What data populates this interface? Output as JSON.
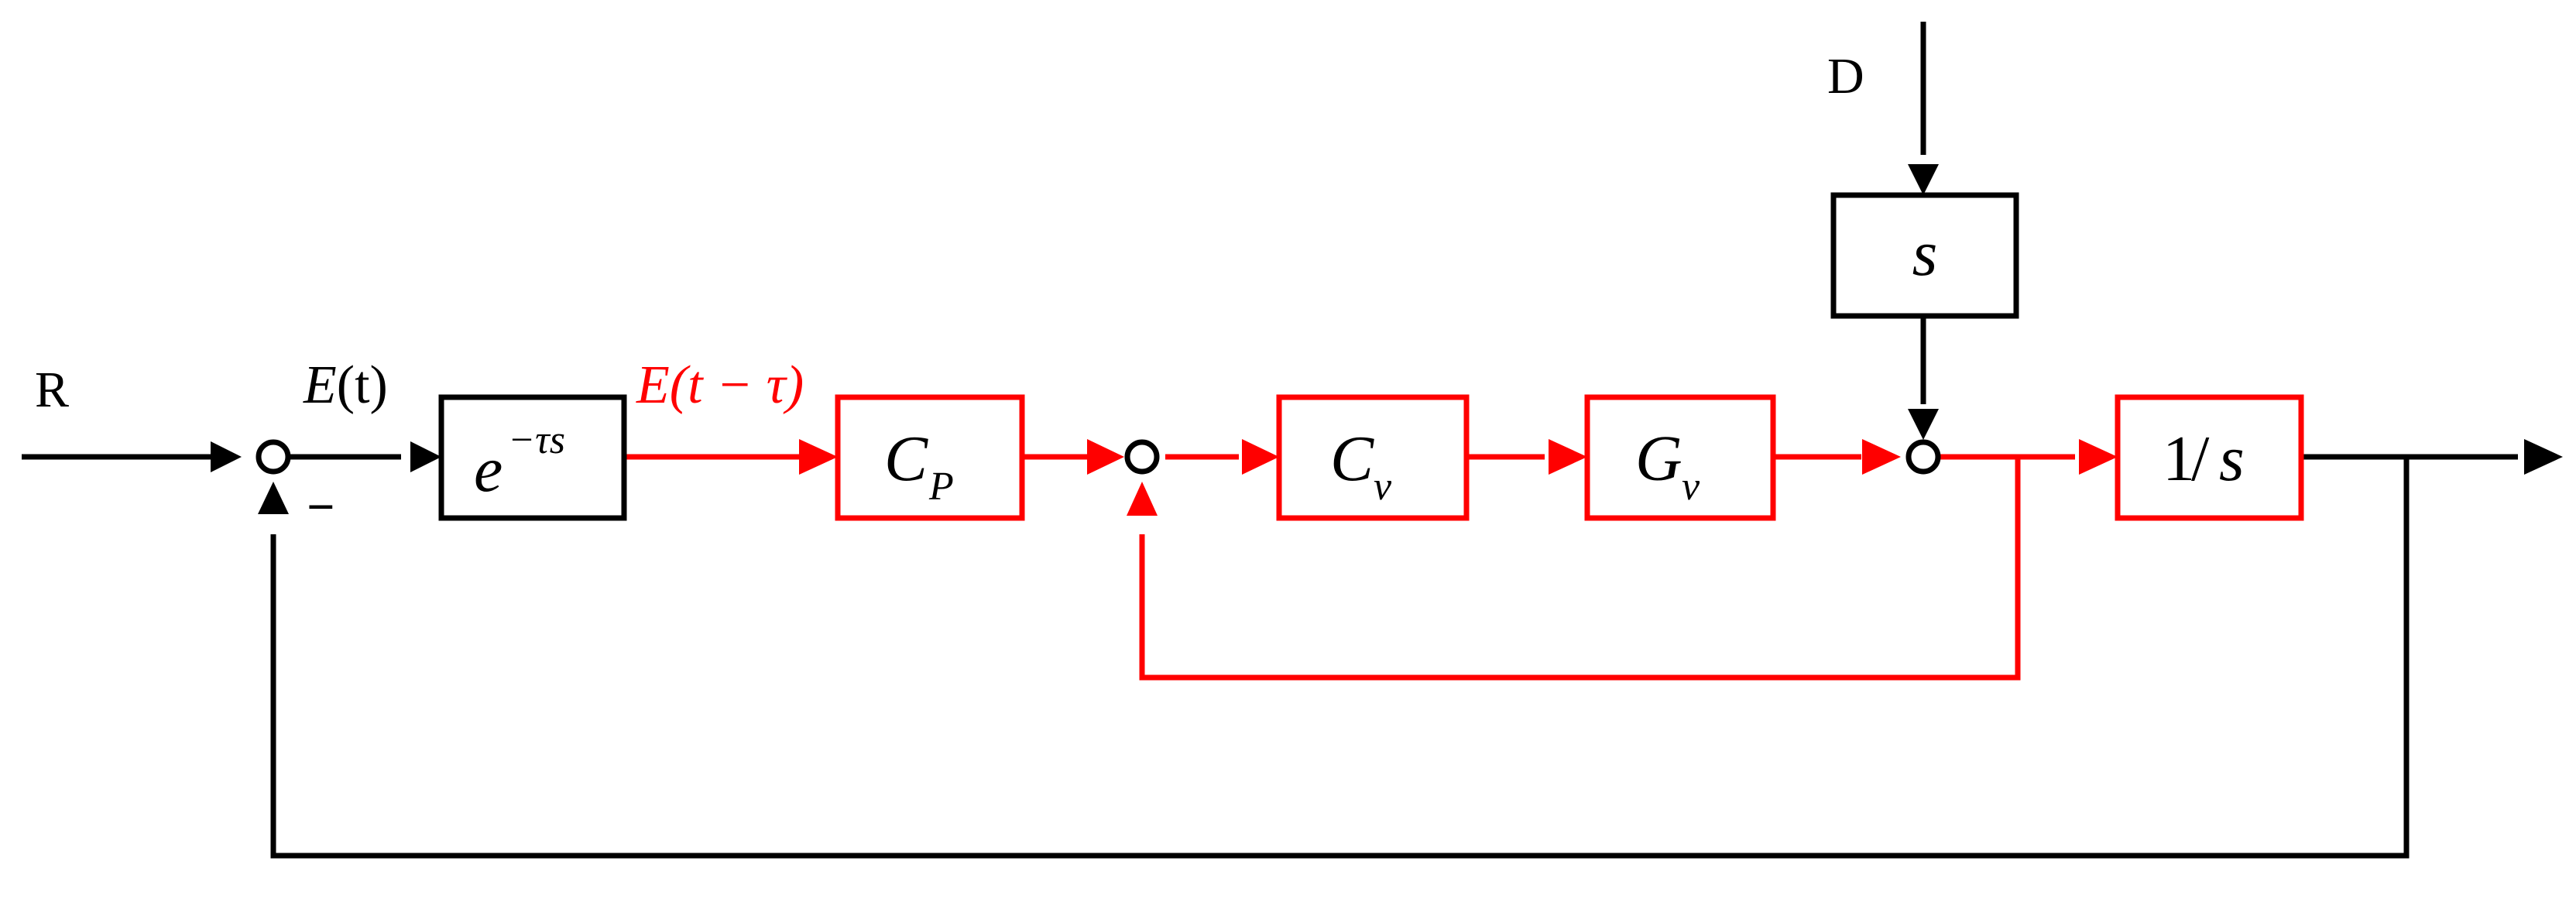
{
  "colors": {
    "black": "#000000",
    "red": "#ff0000",
    "background": "#ffffff"
  },
  "labels": {
    "reference": "R",
    "disturbance": "D",
    "error": {
      "main": "E",
      "arg": "(t)"
    },
    "delayed_error": {
      "main": "E",
      "arg": "(t − τ)"
    },
    "minus_sign": "−"
  },
  "blocks": {
    "delay": {
      "base": "e",
      "exponent": "−τs"
    },
    "position_controller": {
      "main": "C",
      "sub": "P"
    },
    "velocity_controller": {
      "main": "C",
      "sub": "v"
    },
    "velocity_plant": {
      "main": "G",
      "sub": "v"
    },
    "disturbance_block": {
      "main": "s"
    },
    "integrator": {
      "one": "1",
      "slash": "/",
      "var": "s"
    }
  }
}
